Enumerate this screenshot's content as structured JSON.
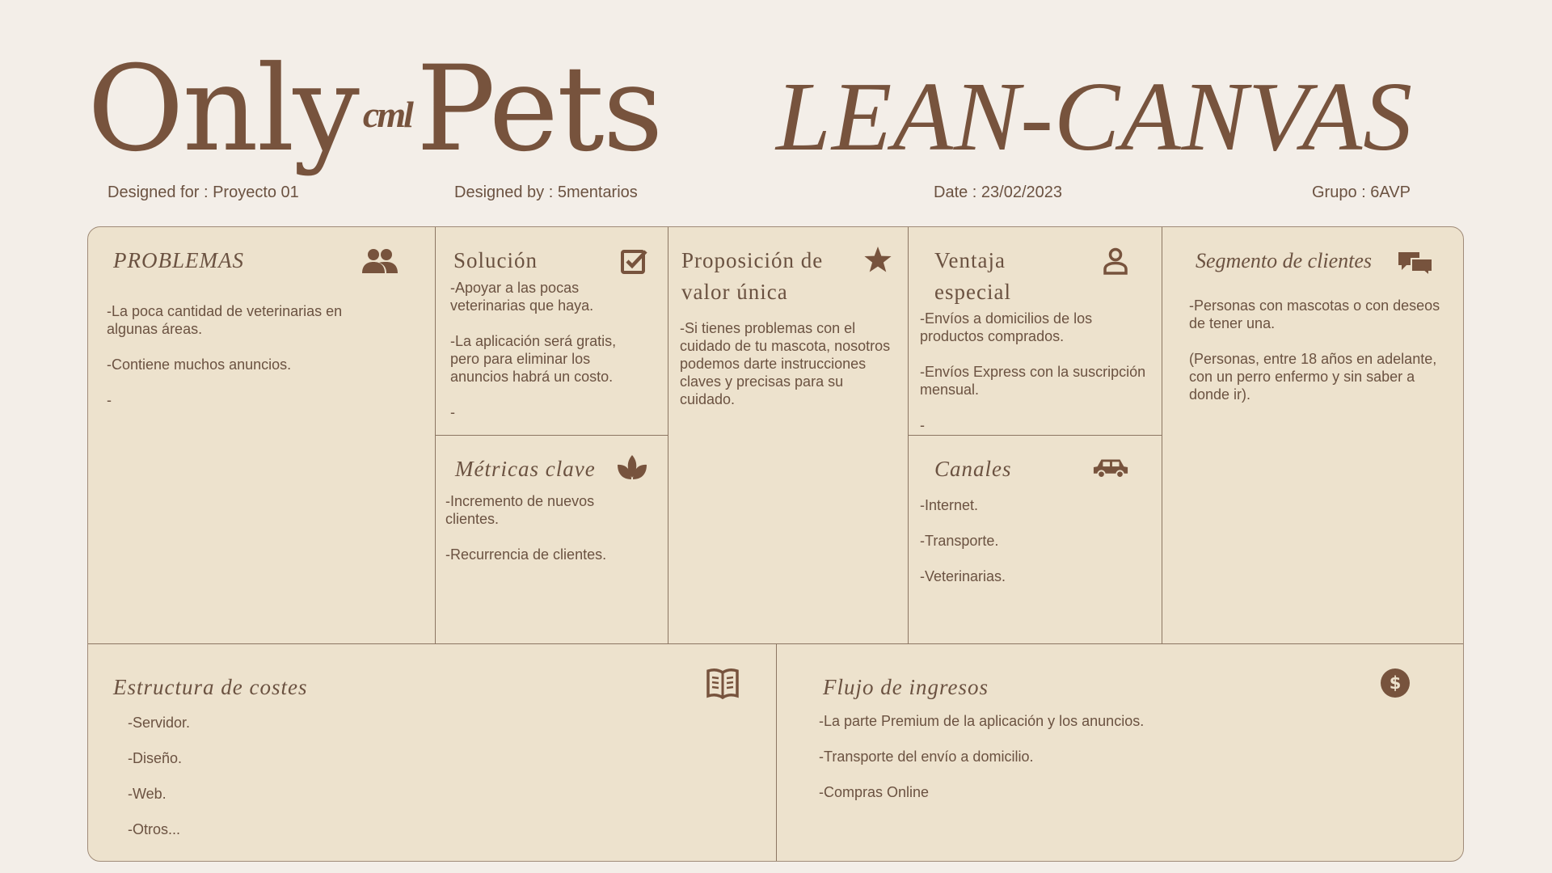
{
  "logo": {
    "left": "Only",
    "monogram": "cml",
    "right": "Pets"
  },
  "title": "LEAN-CANVAS",
  "meta": {
    "designed_for": "Designed for : Proyecto 01",
    "designed_by": "Designed by : 5mentarios",
    "date": "Date : 23/02/2023",
    "grupo": "Grupo : 6AVP"
  },
  "icons": {
    "problemas": "people-icon",
    "solucion": "checkbox-icon",
    "propuesta": "star-icon",
    "ventaja": "person-icon",
    "segmento": "chat-bubbles-icon",
    "metricas": "leaf-icon",
    "canales": "car-icon",
    "costes": "book-icon",
    "ingresos": "dollar-icon"
  },
  "colors": {
    "background": "#f3eee8",
    "board": "#ede2cd",
    "accent": "#77533d",
    "text": "#6b5241"
  },
  "sections": {
    "problemas": {
      "title": "PROBLEMAS",
      "items": [
        "-La poca cantidad de veterinarias en algunas áreas.",
        "-Contiene muchos anuncios.",
        "-"
      ]
    },
    "solucion": {
      "title": "Solución",
      "items": [
        "-Apoyar a las pocas veterinarias que haya.",
        "-La aplicación será gratis, pero para eliminar los anuncios habrá un costo.",
        "-"
      ]
    },
    "propuesta": {
      "title": "Proposición de valor única",
      "items": [
        "-Si tienes problemas con el cuidado de tu mascota, nosotros podemos darte instrucciones claves y precisas para su cuidado."
      ]
    },
    "ventaja": {
      "title": "Ventaja especial",
      "items": [
        "-Envíos a domicilios de los productos comprados.",
        "-Envíos Express con la suscripción mensual.",
        "-"
      ]
    },
    "segmento": {
      "title": "Segmento de clientes",
      "items": [
        "-Personas con mascotas o con deseos de tener una.",
        "(Personas, entre 18 años en adelante, con un perro enfermo y sin saber a donde ir)."
      ]
    },
    "metricas": {
      "title": "Métricas clave",
      "items": [
        "-Incremento de nuevos clientes.",
        "-Recurrencia de clientes."
      ]
    },
    "canales": {
      "title": "Canales",
      "items": [
        "-Internet.",
        "-Transporte.",
        "-Veterinarias."
      ]
    },
    "costes": {
      "title": "Estructura de  costes",
      "items": [
        "-Servidor.",
        "-Diseño.",
        "-Web.",
        "-Otros..."
      ]
    },
    "ingresos": {
      "title": "Flujo de ingresos",
      "items": [
        "-La parte Premium de la aplicación y los anuncios.",
        "-Transporte del envío a domicilio.",
        "-Compras Online"
      ]
    }
  }
}
